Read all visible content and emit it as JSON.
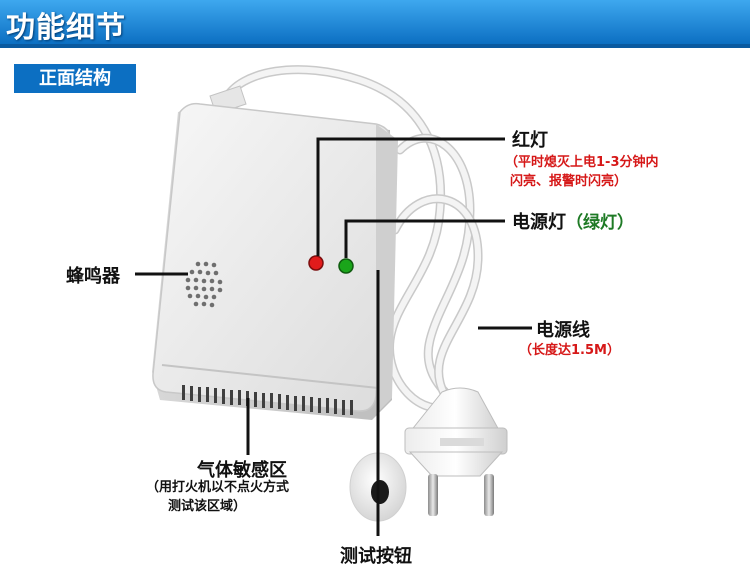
{
  "header": {
    "title": "功能细节"
  },
  "section": {
    "label": "正面结构"
  },
  "callouts": {
    "red_light": {
      "label": "红灯",
      "note_line1": "（平时熄灭上电1-3分钟内",
      "note_line2": "闪亮、报警时闪亮）"
    },
    "power_light": {
      "label": "电源灯",
      "note": "（绿灯）"
    },
    "buzzer": {
      "label": "蜂鸣器"
    },
    "power_cord": {
      "label": "电源线",
      "note": "（长度达1.5M）"
    },
    "gas_sensor": {
      "label": "气体敏感区",
      "note_line1": "（用打火机以不点火方式",
      "note_line2": "测试该区域）"
    },
    "test_button": {
      "label": "测试按钮"
    }
  },
  "colors": {
    "header_blue": "#0c6fc2",
    "red_note": "#d61818",
    "green_note": "#1e7a25",
    "red_led": "#e11b1b",
    "green_led": "#1aa51a"
  },
  "icons": {
    "product": "gas-detector-icon",
    "plug": "eu-plug-icon",
    "button_zoom": "test-button-icon"
  }
}
